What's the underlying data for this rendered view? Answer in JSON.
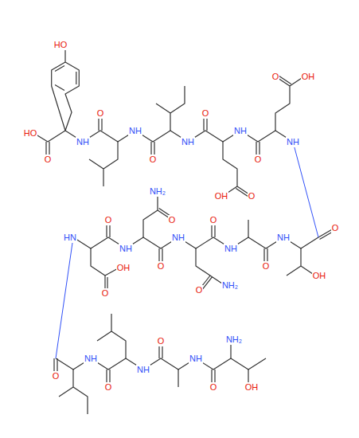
{
  "diagram": {
    "labels": [
      "HO",
      "HO",
      "O",
      "NH",
      "O",
      "NH",
      "O",
      "NH",
      "O",
      "O",
      "OH",
      "NH",
      "O",
      "O",
      "OH",
      "NH",
      "O",
      "OH",
      "NH",
      "O",
      "NH",
      "O",
      "O",
      "NH₂",
      "NH",
      "O",
      "O",
      "NH₂",
      "NH",
      "O",
      "O",
      "OH",
      "HN",
      "O",
      "NH",
      "O",
      "O",
      "NH",
      "NH",
      "O",
      "NH₂",
      "OH"
    ]
  }
}
